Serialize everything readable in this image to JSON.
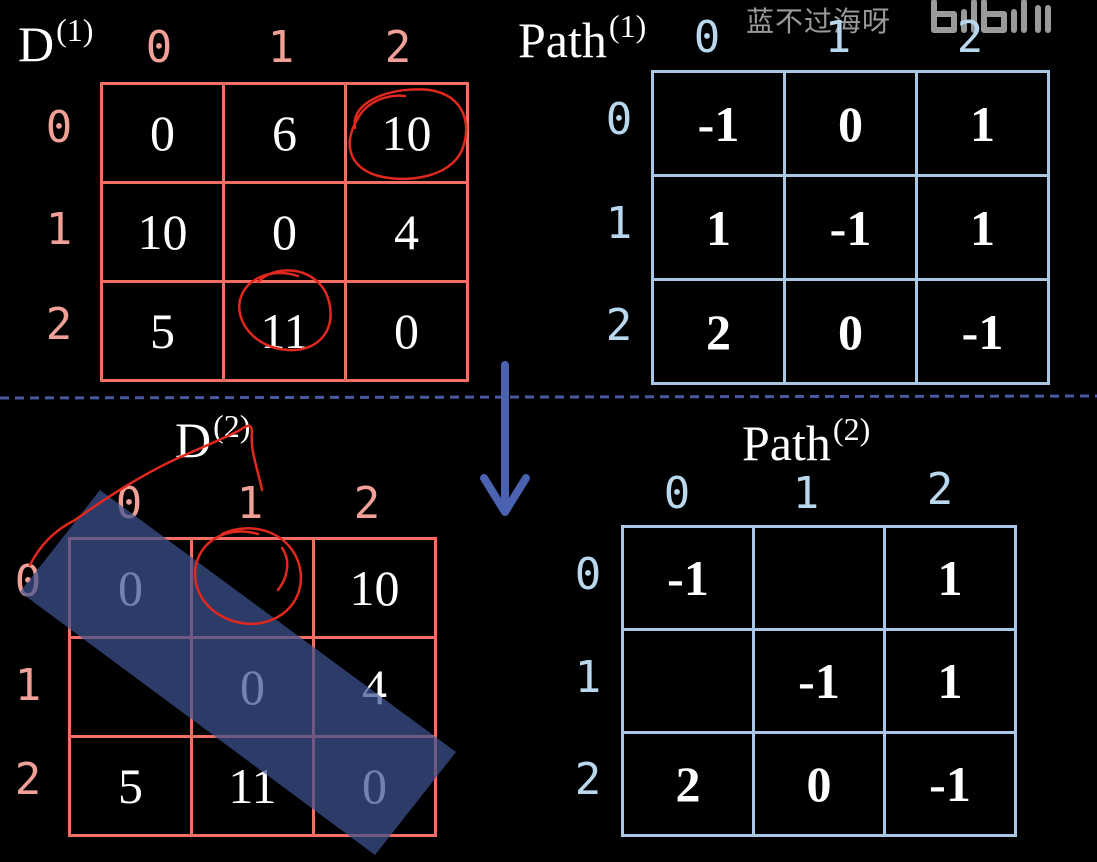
{
  "watermark": {
    "text": "蓝不过海呀",
    "logo_name": "bilibili-logo"
  },
  "d1": {
    "title": "D",
    "superscript": "(1)",
    "col_headers": [
      "0",
      "1",
      "2"
    ],
    "row_headers": [
      "0",
      "1",
      "2"
    ],
    "rows": [
      [
        "0",
        "6",
        "10"
      ],
      [
        "10",
        "0",
        "4"
      ],
      [
        "5",
        "11",
        "0"
      ]
    ]
  },
  "path1": {
    "title": "Path",
    "superscript": "(1)",
    "col_headers": [
      "0",
      "1",
      "2"
    ],
    "row_headers": [
      "0",
      "1",
      "2"
    ],
    "rows": [
      [
        "-1",
        "0",
        "1"
      ],
      [
        "1",
        "-1",
        "1"
      ],
      [
        "2",
        "0",
        "-1"
      ]
    ]
  },
  "d2": {
    "title": "D",
    "superscript": "(2)",
    "col_headers": [
      "0",
      "1",
      "2"
    ],
    "row_headers": [
      "0",
      "1",
      "2"
    ],
    "rows": [
      [
        "0",
        "",
        "10"
      ],
      [
        "",
        "0",
        "4"
      ],
      [
        "5",
        "11",
        "0"
      ]
    ]
  },
  "path2": {
    "title": "Path",
    "superscript": "(2)",
    "col_headers": [
      "0",
      "1",
      "2"
    ],
    "row_headers": [
      "0",
      "1",
      "2"
    ],
    "rows": [
      [
        "-1",
        "",
        "1"
      ],
      [
        "",
        "-1",
        "1"
      ],
      [
        "2",
        "0",
        "-1"
      ]
    ]
  },
  "colors": {
    "background": "#000000",
    "d_matrix_border": "#f26f63",
    "d_matrix_index": "#f0a096",
    "path_matrix_border": "#a8c8e6",
    "path_matrix_index": "#b9d8ee",
    "divider": "#4a5aa0",
    "arrow": "#4a62b0",
    "highlight_band": "#3d5290",
    "annotation_ink": "#e0281e",
    "watermark": "#9a9a9a"
  }
}
